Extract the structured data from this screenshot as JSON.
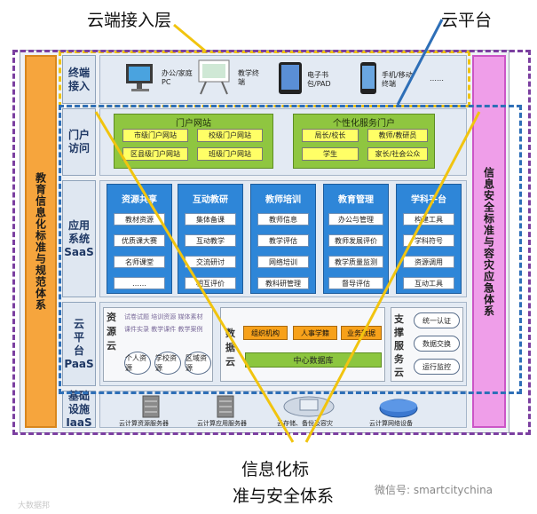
{
  "callouts": {
    "cloud_access": "云端接入层",
    "cloud_platform": "云平台",
    "bottom_line1": "信息化标",
    "bottom_line2": "准与安全体系"
  },
  "side": {
    "left": "教育信息化标准与规范体系",
    "right": "信息安全标准与容灾应急体系"
  },
  "rows": {
    "terminal": "终端接入",
    "portal": "门户访问",
    "saas_l1": "应用系统",
    "saas_l2": "SaaS",
    "paas_l1": "云平台",
    "paas_l2": "PaaS",
    "iaas_l1": "基础设施",
    "iaas_l2": "IaaS"
  },
  "terminal": {
    "devices": [
      "办公/家庭PC",
      "教学终端",
      "电子书包/PAD",
      "手机/移动终端"
    ],
    "more": "……"
  },
  "portal": {
    "left_title": "门户网站",
    "left_items": [
      "市级门户网站",
      "校级门户网站",
      "区县级门户网站",
      "班级门户网站"
    ],
    "right_title": "个性化服务门户",
    "right_items": [
      "局长/校长",
      "教师/教研员",
      "学生",
      "家长/社会公众"
    ]
  },
  "saas": {
    "columns": [
      {
        "title": "资源共享",
        "items": [
          "教材资源",
          "优质课大赛",
          "名师课堂",
          "……"
        ]
      },
      {
        "title": "互动教研",
        "items": [
          "集体备课",
          "互动教学",
          "交流研讨",
          "相互评价"
        ]
      },
      {
        "title": "教师培训",
        "items": [
          "教师信息",
          "教学评估",
          "网络培训",
          "教科研管理"
        ]
      },
      {
        "title": "教育管理",
        "items": [
          "办公与管理",
          "教师发展评价",
          "教学质量监测",
          "督导评估"
        ]
      },
      {
        "title": "学科平台",
        "items": [
          "构建工具",
          "学科符号",
          "资源调用",
          "互动工具"
        ]
      }
    ]
  },
  "paas": {
    "resource_cloud": "资源云",
    "resource_lines": [
      "试卷试题 培训资源 媒体素材",
      "课件实录 教学课件 教学案例"
    ],
    "resource_ovals": [
      "个人资源",
      "学校资源",
      "区域资源"
    ],
    "data_cloud": "数据云",
    "data_items": [
      "组织机构",
      "人事学籍",
      "业务数据"
    ],
    "db": "中心数据库",
    "support_cloud": "支撑服务云",
    "support_items": [
      "统一认证",
      "数据交换",
      "运行监控"
    ]
  },
  "iaas": {
    "items": [
      "云计算资源服务器",
      "云计算应用服务器",
      "云存储、备份及容灾",
      "云计算网络设备"
    ]
  },
  "watermarks": {
    "left": "大数据邦",
    "right": "微信号: smartcitychina"
  }
}
